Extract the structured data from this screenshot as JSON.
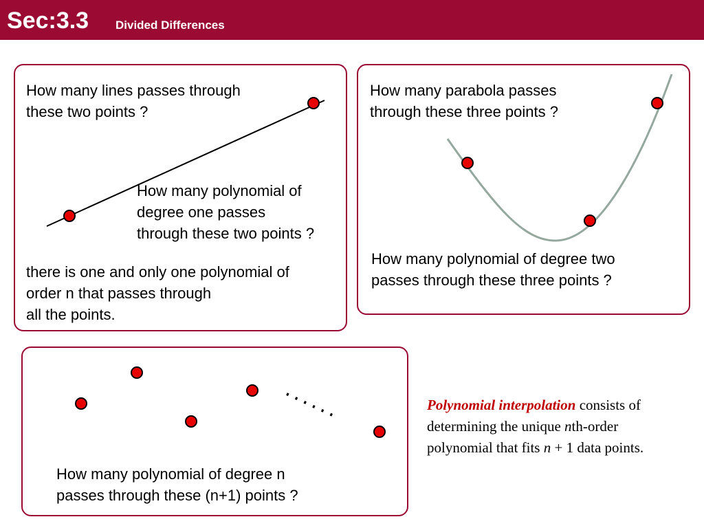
{
  "header": {
    "section": "Sec:3.3",
    "subtitle": "Divided Differences",
    "color": "#9b0a32"
  },
  "panel1": {
    "question_lines": [
      "How many lines passes through",
      "these two points ?"
    ],
    "degree_question_lines": [
      "How many polynomial of",
      "degree one  passes",
      "through these two points ?"
    ],
    "statement_lines": [
      "there is one and only one polynomial of",
      "order n that passes through",
      "all the points."
    ]
  },
  "panel2": {
    "question_lines": [
      "How many parabola passes",
      "through these three points ?"
    ],
    "degree_question_lines": [
      "How many polynomial of degree two",
      "passes through these three points ?"
    ]
  },
  "panel3": {
    "question_lines": [
      "How many polynomial of degree n",
      "passes through these (n+1) points ?"
    ]
  },
  "note": {
    "keyword": "Polynomial interpolation",
    "line1_rest": " consists of",
    "line2_a": "determining the unique ",
    "line2_n": "n",
    "line2_b": "th-order",
    "line3_a": "polynomial that fits ",
    "line3_n": "n",
    "line3_b": " + 1 data points.",
    "keyword_color": "#c00000"
  },
  "colors": {
    "point_fill": "#e80000",
    "point_stroke": "#000000",
    "parabola": "#94a89e",
    "border": "#9b0a32"
  }
}
